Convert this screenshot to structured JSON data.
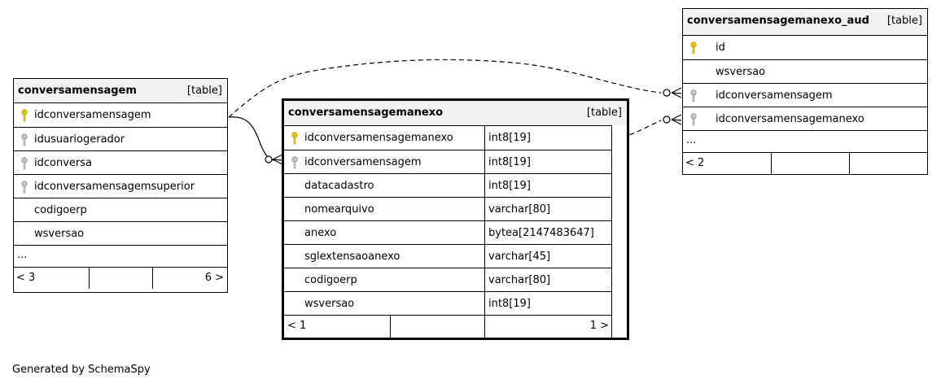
{
  "footer": {
    "credit": "Generated by SchemaSpy"
  },
  "tables": {
    "left": {
      "name": "conversamensagem",
      "kind": "[table]",
      "columns": [
        {
          "name": "idconversamensagem",
          "key": "pk"
        },
        {
          "name": "idusuariogerador",
          "key": "fk"
        },
        {
          "name": "idconversa",
          "key": "fk"
        },
        {
          "name": "idconversamensagemsuperior",
          "key": "fk"
        },
        {
          "name": "codigoerp",
          "key": "none"
        },
        {
          "name": "wsversao",
          "key": "none"
        }
      ],
      "ellipsis": "...",
      "parents": "< 3",
      "children": "6 >"
    },
    "center": {
      "name": "conversamensagemanexo",
      "kind": "[table]",
      "columns": [
        {
          "name": "idconversamensagemanexo",
          "type": "int8[19]",
          "key": "pk"
        },
        {
          "name": "idconversamensagem",
          "type": "int8[19]",
          "key": "fk"
        },
        {
          "name": "datacadastro",
          "type": "int8[19]",
          "key": "none"
        },
        {
          "name": "nomearquivo",
          "type": "varchar[80]",
          "key": "none"
        },
        {
          "name": "anexo",
          "type": "bytea[2147483647]",
          "key": "none"
        },
        {
          "name": "sglextensaoanexo",
          "type": "varchar[45]",
          "key": "none"
        },
        {
          "name": "codigoerp",
          "type": "varchar[80]",
          "key": "none"
        },
        {
          "name": "wsversao",
          "type": "int8[19]",
          "key": "none"
        }
      ],
      "parents": "< 1",
      "children": "1 >"
    },
    "right": {
      "name": "conversamensagemanexo_aud",
      "kind": "[table]",
      "columns": [
        {
          "name": "id",
          "key": "pk"
        },
        {
          "name": "wsversao",
          "key": "none"
        },
        {
          "name": "idconversamensagem",
          "key": "fk"
        },
        {
          "name": "idconversamensagemanexo",
          "key": "fk"
        }
      ],
      "ellipsis": "...",
      "parents": "< 2"
    }
  },
  "colors": {
    "primary_key": "#e6c800",
    "foreign_key": "#a8a8a8",
    "header_bg": "#f2f2f2",
    "line": "#000000"
  }
}
